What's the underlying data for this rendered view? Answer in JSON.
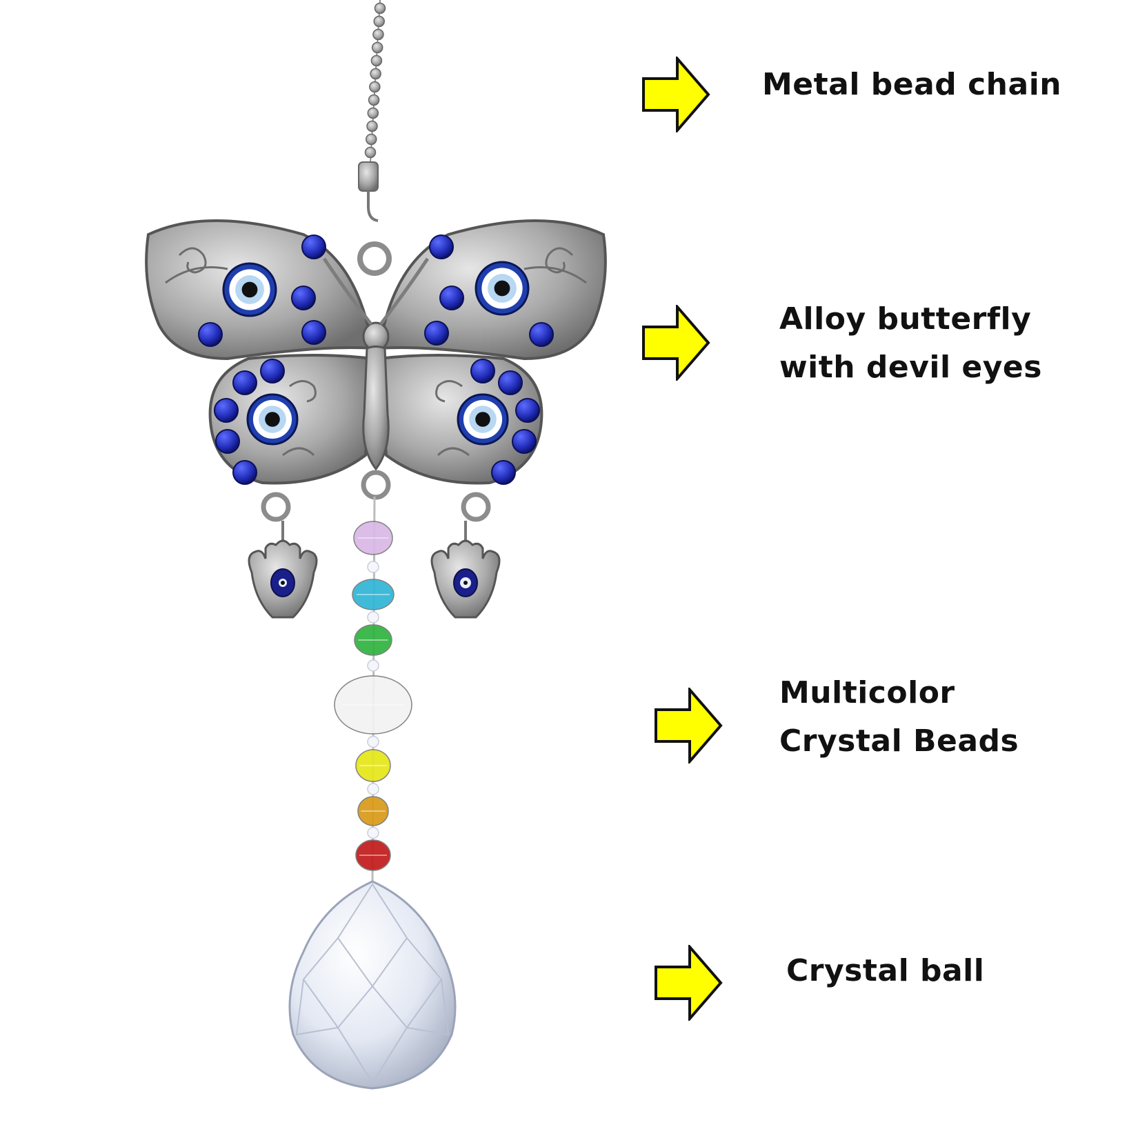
{
  "colors": {
    "arrow_fill": "#ffff00",
    "arrow_stroke": "#111111",
    "metal": "#9e9e9e",
    "gem_blue": "#1f2bb5",
    "eye_light": "#b7d7f2"
  },
  "callouts": [
    {
      "icon": "arrow-right-icon",
      "lines": [
        "Metal bead chain"
      ]
    },
    {
      "icon": "arrow-right-icon",
      "lines": [
        "Alloy butterfly",
        "with devil eyes"
      ]
    },
    {
      "icon": "arrow-right-icon",
      "lines": [
        "Multicolor",
        "Crystal Beads"
      ]
    },
    {
      "icon": "arrow-right-icon",
      "lines": [
        "Crystal ball"
      ]
    }
  ],
  "beads": {
    "colors": [
      "#d9b8e6",
      "#2fb6d6",
      "#2fb33f",
      "#f2f2f2",
      "#e7e71a",
      "#d99a16",
      "#c21b1b"
    ]
  }
}
